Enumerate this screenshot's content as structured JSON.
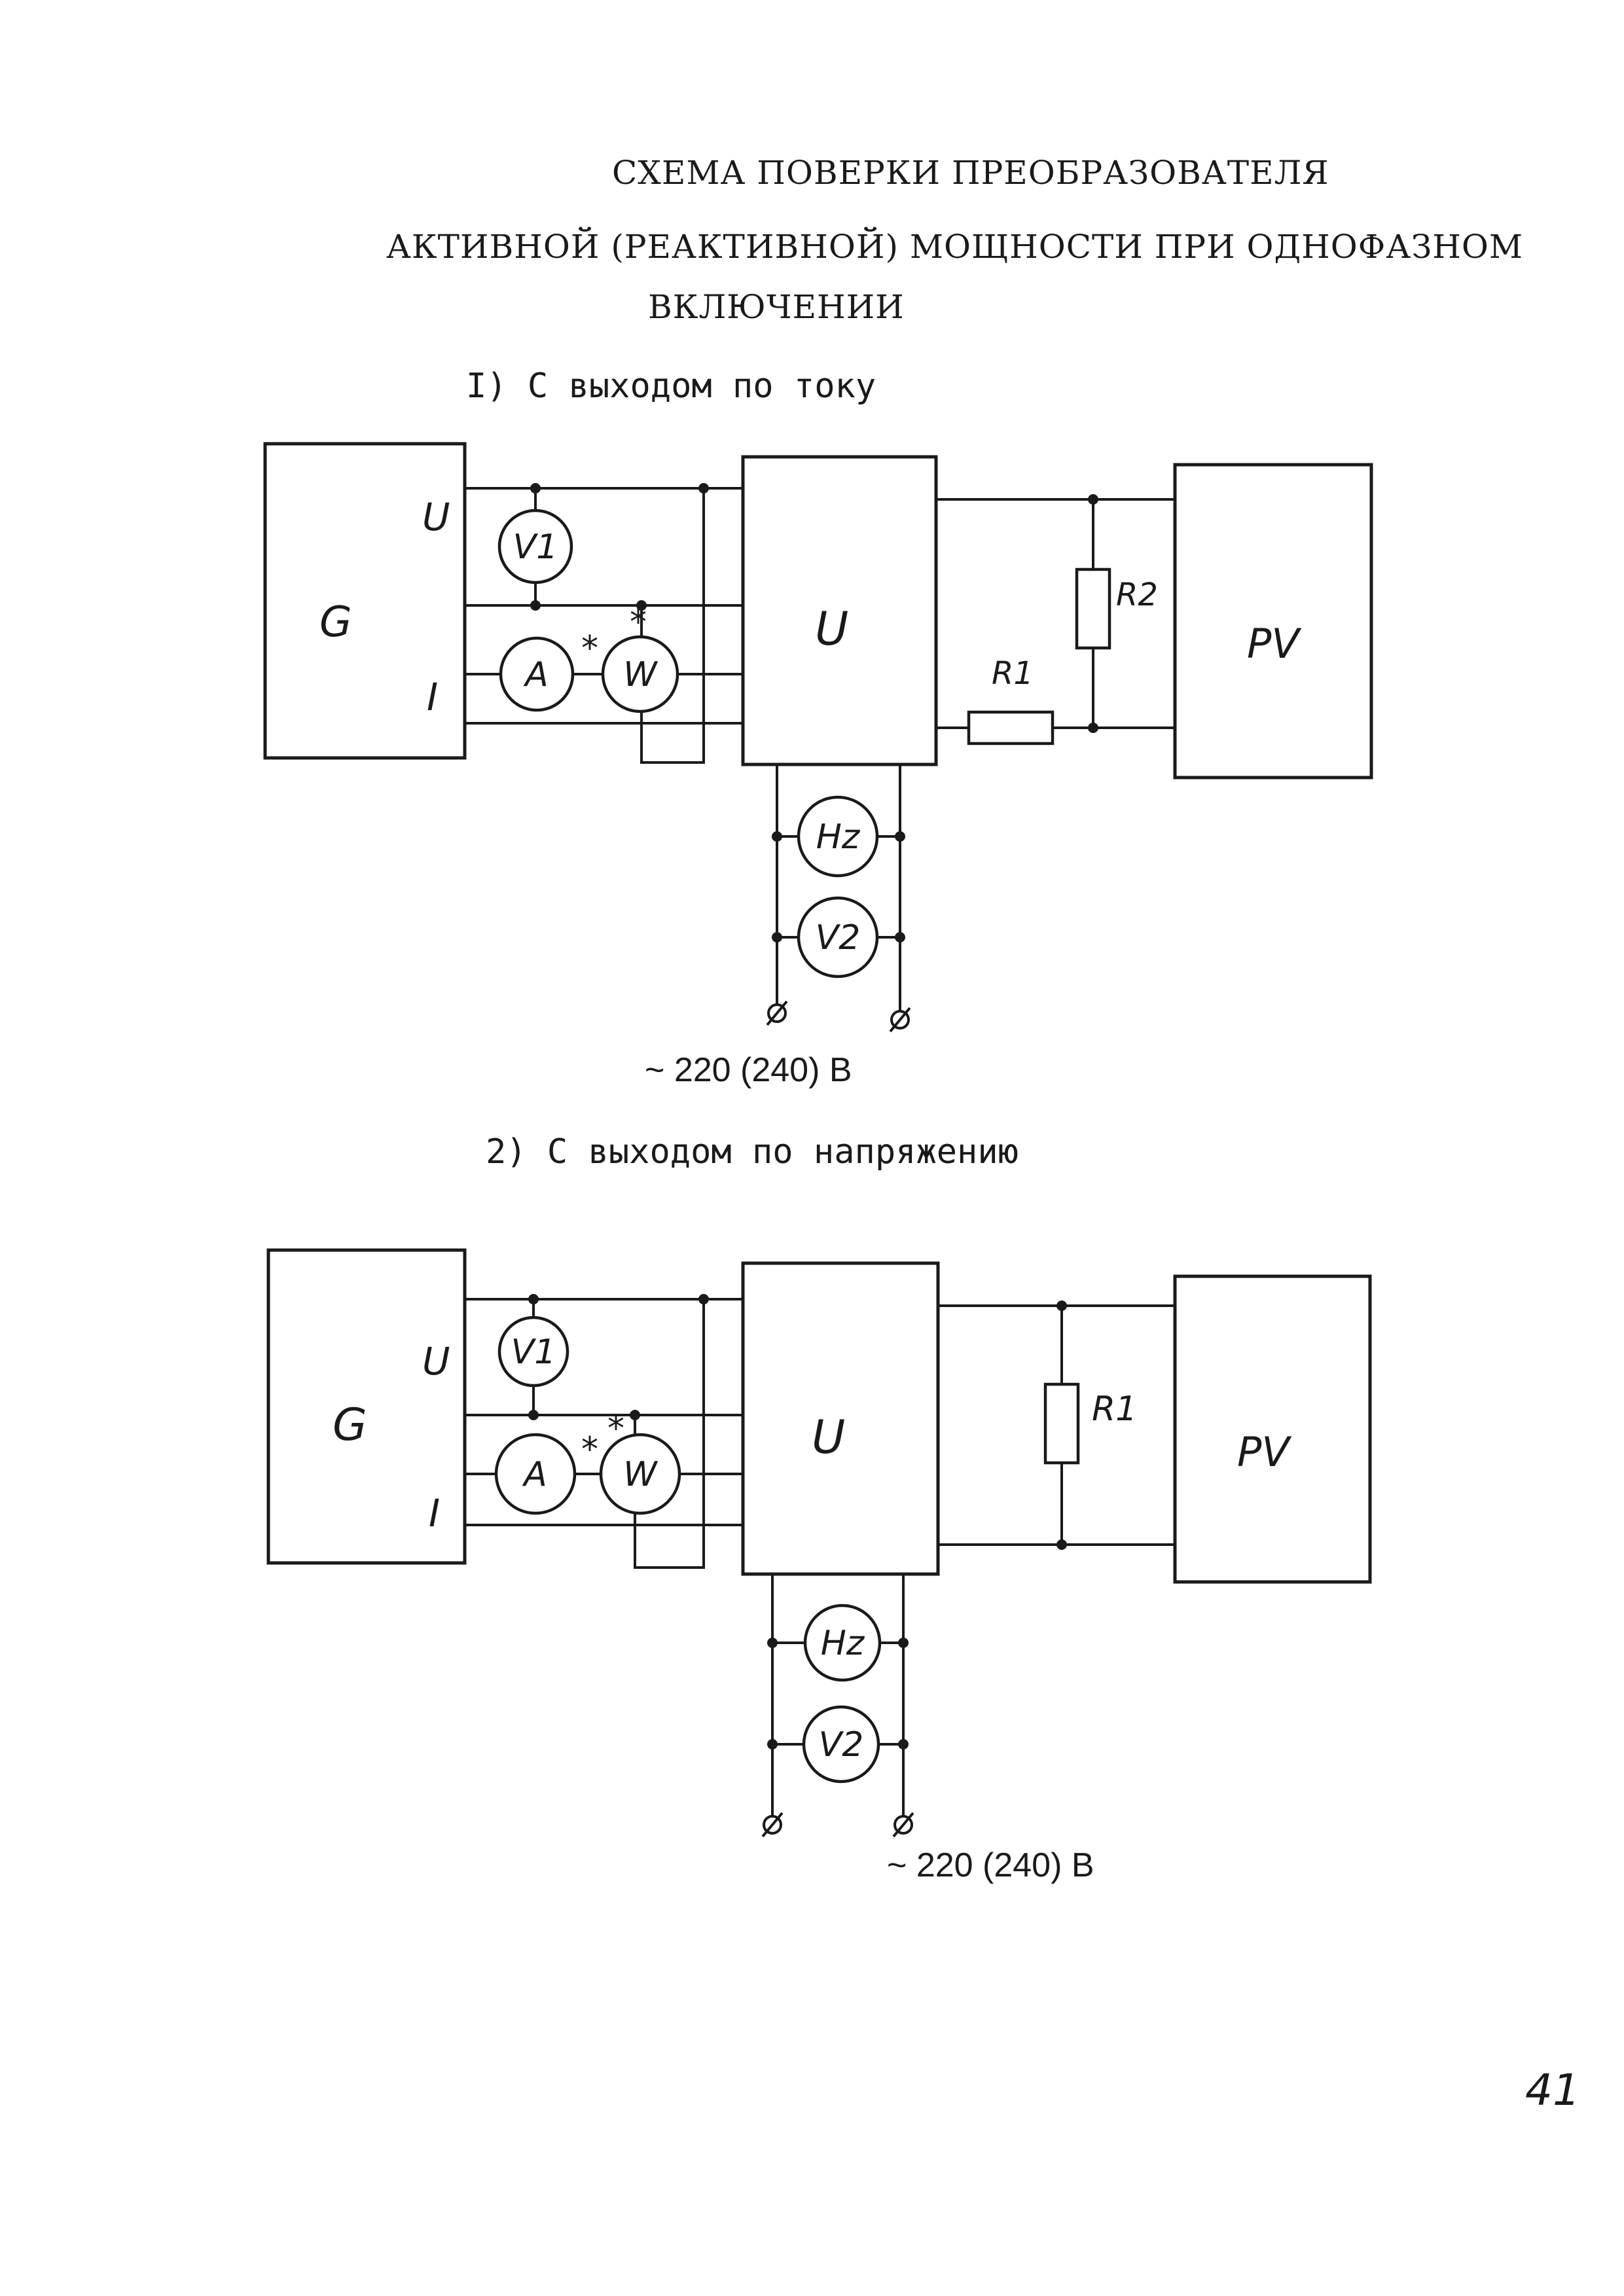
{
  "title": {
    "line1": "СХЕМА ПОВЕРКИ ПРЕОБРАЗОВАТЕЛЯ",
    "line2": "АКТИВНОЙ (РЕАКТИВНОЙ) МОЩНОСТИ ПРИ ОДНОФАЗНОМ",
    "line3": "ВКЛЮЧЕНИИ"
  },
  "diagram1": {
    "caption": "I) С выходом по току",
    "generator_label": "G",
    "voltage_terminal": "U",
    "current_terminal": "I",
    "converter_label": "U",
    "receiver_label": "PV",
    "voltmeter1": "V1",
    "ammeter": "A",
    "wattmeter": "W",
    "star": "*",
    "resistor1": "R1",
    "resistor2": "R2",
    "frequency_meter": "Hz",
    "voltmeter2": "V2",
    "supply": "~ 220 (240) В"
  },
  "diagram2": {
    "caption": "2) С выходом по напряжению",
    "generator_label": "G",
    "voltage_terminal": "U",
    "current_terminal": "I",
    "converter_label": "U",
    "receiver_label": "PV",
    "voltmeter1": "V1",
    "ammeter": "A",
    "wattmeter": "W",
    "star": "*",
    "resistor1": "R1",
    "frequency_meter": "Hz",
    "voltmeter2": "V2",
    "supply": "~ 220 (240) В"
  },
  "page_number": "41"
}
